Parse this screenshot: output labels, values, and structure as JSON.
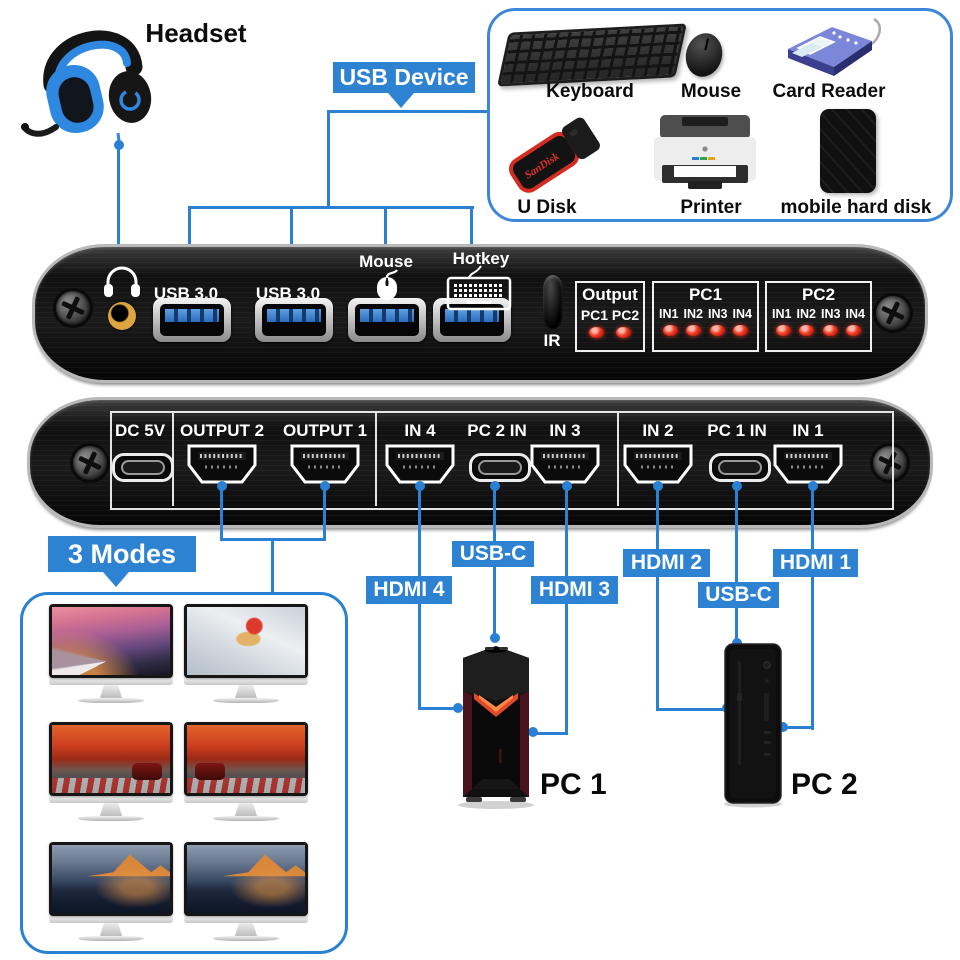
{
  "header": {
    "headset_label": "Headset",
    "usb_device_label": "USB Device"
  },
  "peripheral_box": {
    "items": [
      {
        "label": "Keyboard"
      },
      {
        "label": "Mouse"
      },
      {
        "label": "Card Reader"
      },
      {
        "label": "U Disk",
        "brand": "SanDisk"
      },
      {
        "label": "Printer"
      },
      {
        "label": "mobile hard disk"
      }
    ]
  },
  "front_panel": {
    "usb_port_label_1": "USB 3.0",
    "usb_port_label_2": "USB 3.0",
    "mouse_port_label": "Mouse",
    "hotkey_port_label": "Hotkey",
    "ir_label": "IR",
    "indicator_groups": [
      {
        "title": "Output",
        "channels": [
          "PC1",
          "PC2"
        ]
      },
      {
        "title": "PC1",
        "channels": [
          "IN1",
          "IN2",
          "IN3",
          "IN4"
        ]
      },
      {
        "title": "PC2",
        "channels": [
          "IN1",
          "IN2",
          "IN3",
          "IN4"
        ]
      }
    ]
  },
  "back_panel": {
    "ports": [
      {
        "label": "DC 5V",
        "type": "usb-c"
      },
      {
        "label": "OUTPUT 2",
        "type": "hdmi"
      },
      {
        "label": "OUTPUT 1",
        "type": "hdmi"
      },
      {
        "label": "IN 4",
        "type": "hdmi"
      },
      {
        "label": "PC 2 IN",
        "type": "usb-c"
      },
      {
        "label": "IN 3",
        "type": "hdmi"
      },
      {
        "label": "IN 2",
        "type": "hdmi"
      },
      {
        "label": "PC 1 IN",
        "type": "usb-c"
      },
      {
        "label": "IN 1",
        "type": "hdmi"
      }
    ]
  },
  "connections": {
    "modes_label": "3 Modes",
    "hdmi4": "HDMI 4",
    "usbc_to_pc1": "USB-C",
    "hdmi3": "HDMI 3",
    "hdmi2": "HDMI 2",
    "usbc_to_pc2": "USB-C",
    "hdmi1": "HDMI 1",
    "pc1_label": "PC 1",
    "pc2_label": "PC 2"
  },
  "colors": {
    "connector_blue": "#2a80d2",
    "badge_blue": "#2e82d2",
    "led_red": "#e2251b",
    "panel_black": "#121212",
    "jack_gold": "#c9952f"
  }
}
